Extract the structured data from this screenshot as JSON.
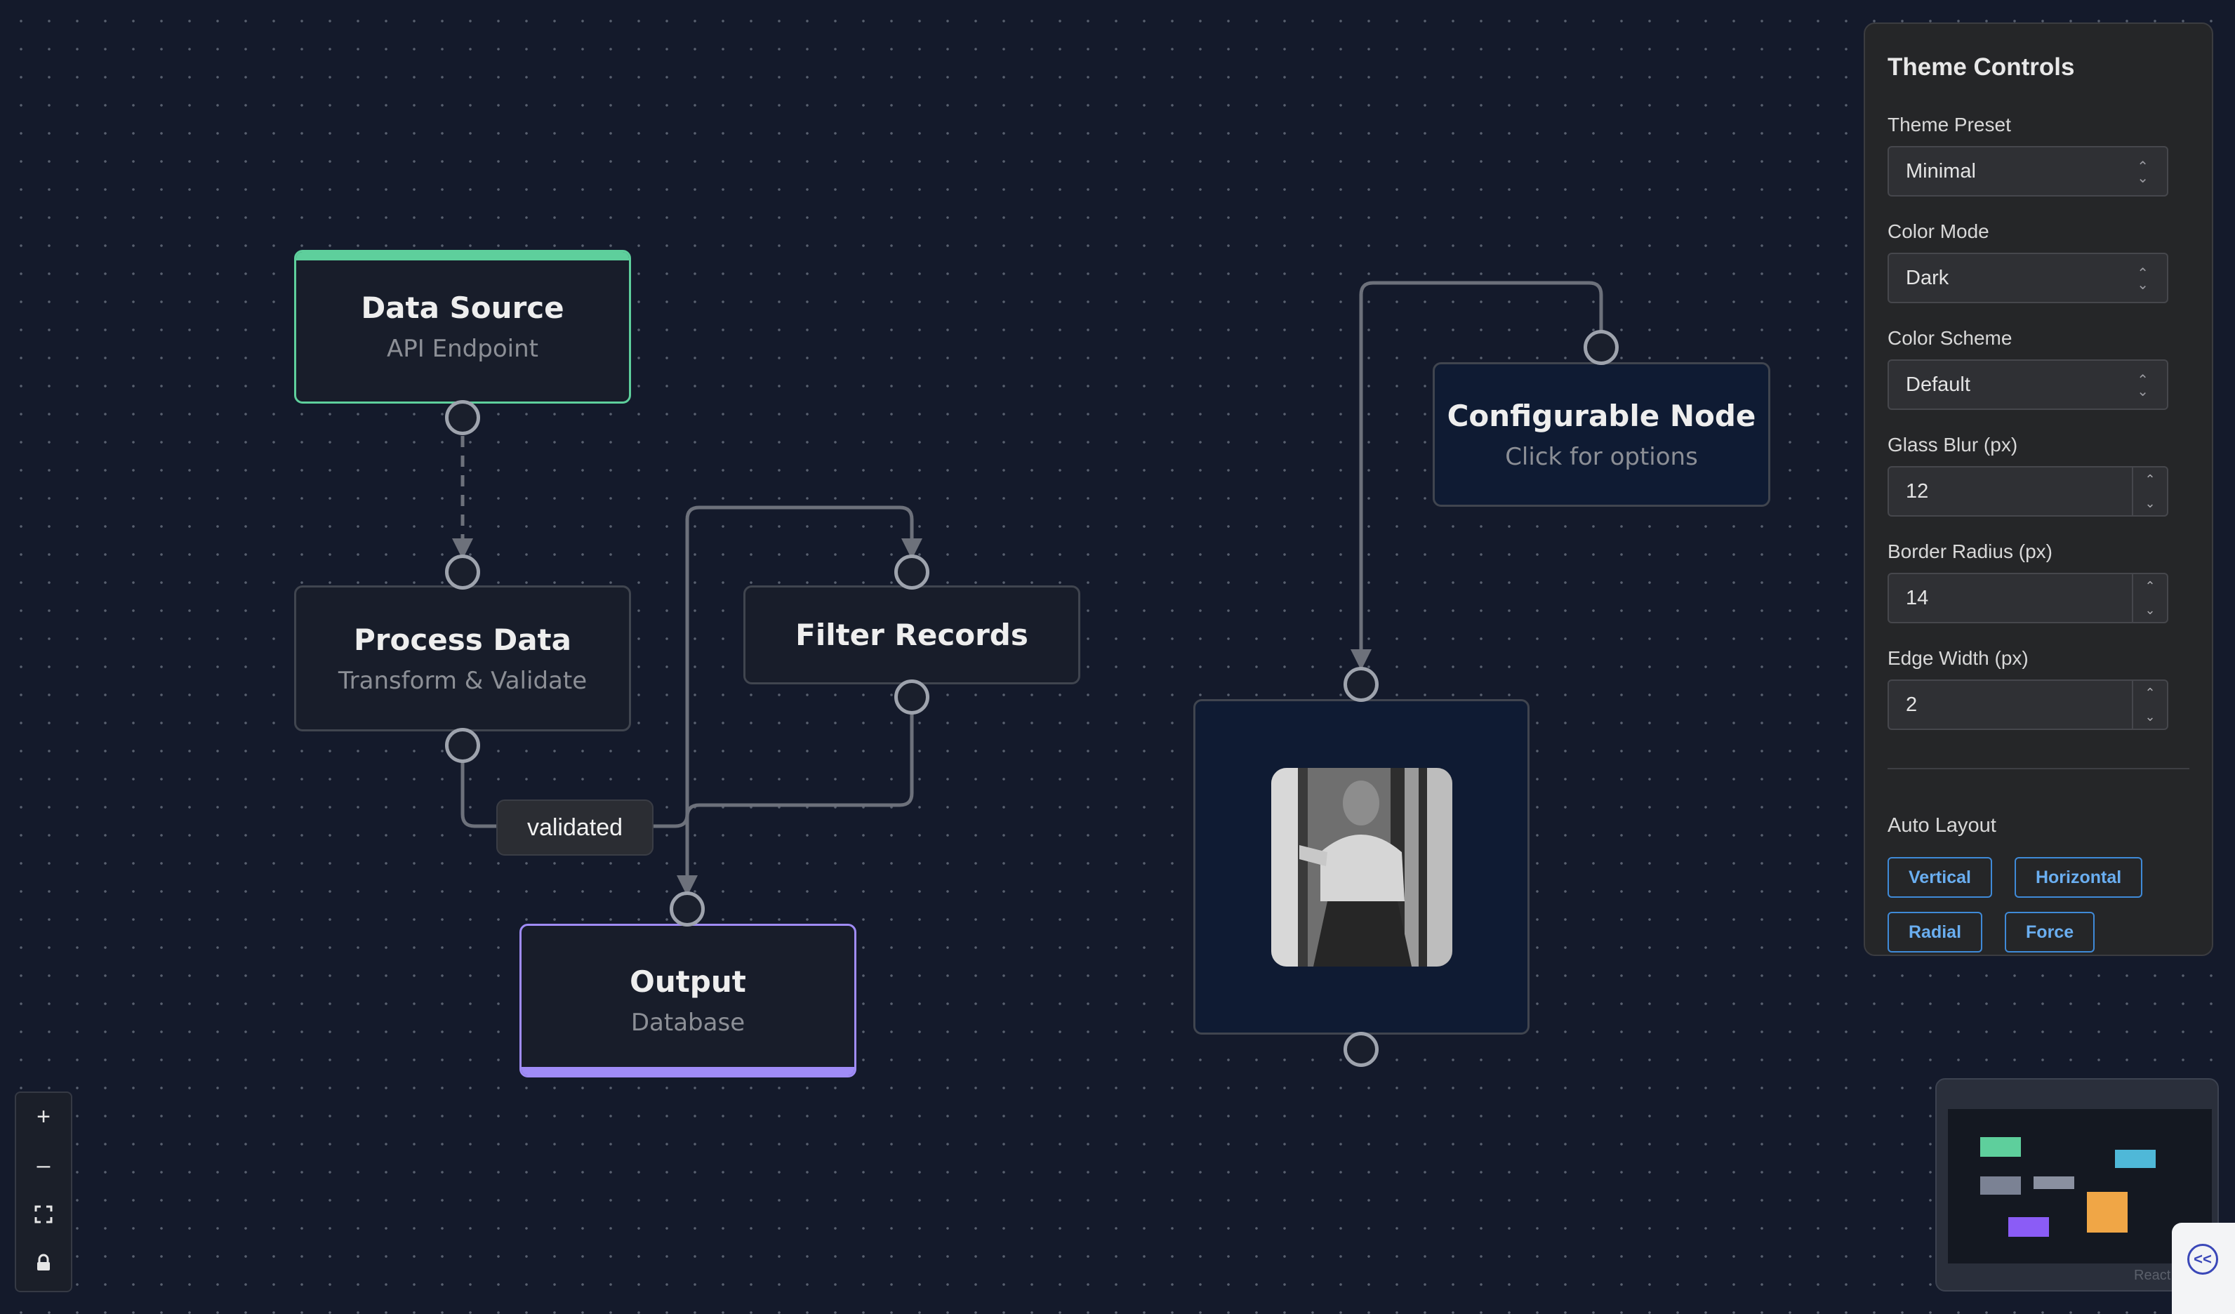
{
  "colors": {
    "canvas_bg": "#141a2b",
    "data_source_accent": "#5ecf9c",
    "output_accent": "#a08cf7",
    "configurable_node_bg": "#0f1b33",
    "button_accent": "#3f8ad8"
  },
  "nodes": {
    "data_source": {
      "title": "Data Source",
      "subtitle": "API Endpoint"
    },
    "process_data": {
      "title": "Process Data",
      "subtitle": "Transform & Validate"
    },
    "filter_records": {
      "title": "Filter Records"
    },
    "output": {
      "title": "Output",
      "subtitle": "Database"
    },
    "configurable": {
      "title": "Configurable Node",
      "subtitle": "Click for options"
    },
    "image_node": {
      "image": "person-photo"
    }
  },
  "edges": {
    "validated_label": "validated"
  },
  "theme_panel": {
    "title": "Theme Controls",
    "theme_preset": {
      "label": "Theme Preset",
      "value": "Minimal"
    },
    "color_mode": {
      "label": "Color Mode",
      "value": "Dark"
    },
    "color_scheme": {
      "label": "Color Scheme",
      "value": "Default"
    },
    "glass_blur": {
      "label": "Glass Blur (px)",
      "value": "12"
    },
    "border_radius": {
      "label": "Border Radius (px)",
      "value": "14"
    },
    "edge_width": {
      "label": "Edge Width (px)",
      "value": "2"
    },
    "auto_layout": {
      "label": "Auto Layout",
      "buttons": [
        "Vertical",
        "Horizontal",
        "Radial",
        "Force"
      ]
    }
  },
  "controls": {
    "zoom_in": "+",
    "zoom_out": "–",
    "fit_view_icon": "fit-view-icon",
    "lock_icon": "lock-icon"
  },
  "minimap": {
    "attribution": "React",
    "node_colors": [
      "#5ecf9c",
      "#7b8294",
      "#8a90a0",
      "#4fb8d8",
      "#f0a646",
      "#8b5cf6"
    ]
  },
  "panel_toggle": {
    "label": "<<"
  }
}
